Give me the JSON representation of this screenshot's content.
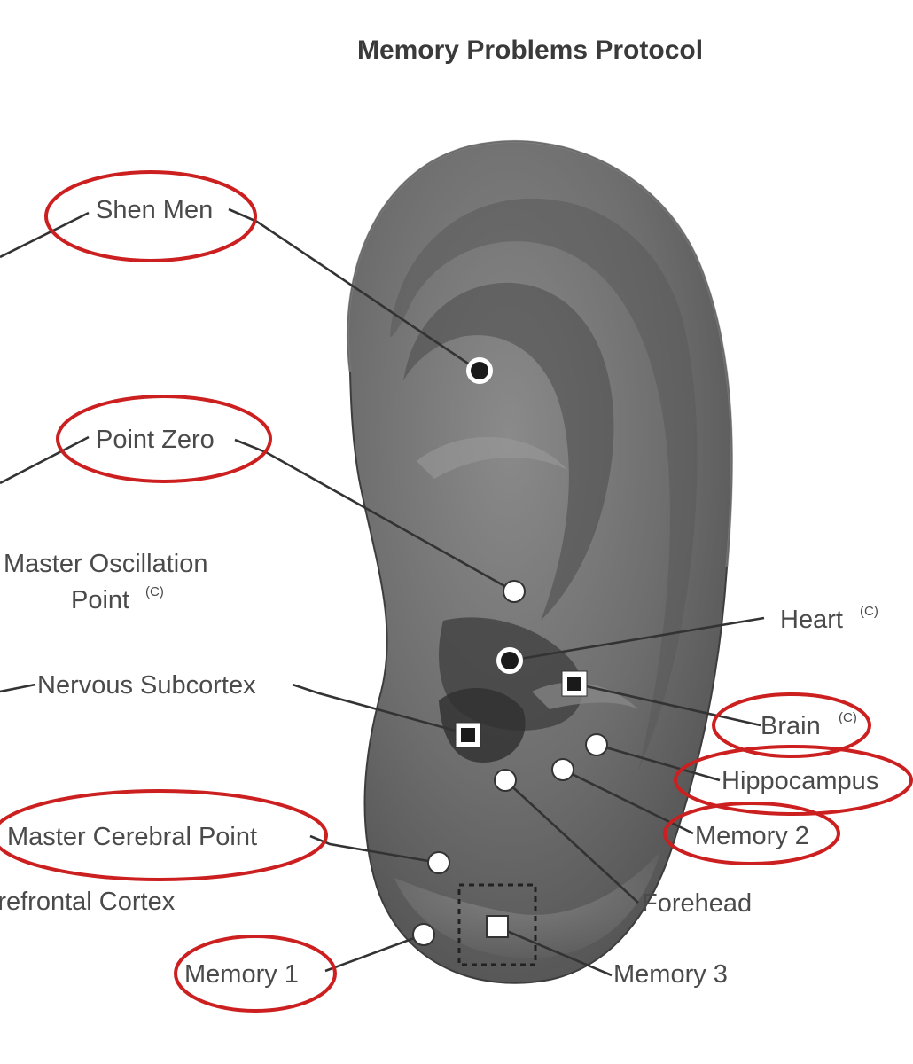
{
  "title": "Memory Problems Protocol",
  "labels": {
    "shen_men": "Shen Men",
    "point_zero": "Point Zero",
    "master_oscillation_1": "Master Oscillation",
    "master_oscillation_2": "Point",
    "nervous_subcortex": "Nervous Subcortex",
    "master_cerebral": "Master Cerebral Point",
    "prefrontal_cortex": "Prefrontal Cortex",
    "memory_1": "Memory 1",
    "heart": "Heart",
    "brain": "Brain",
    "hippocampus": "Hippocampus",
    "memory_2": "Memory 2",
    "forehead": "Forehead",
    "memory_3": "Memory 3",
    "corporal_mark": "(C)"
  },
  "colors": {
    "highlight_ring": "#cc1f1f",
    "ear_skin": "#6b6b6b",
    "point_filled": "#1a1a1a",
    "point_open": "#ffffff"
  },
  "highlighted_points": [
    "Shen Men",
    "Point Zero",
    "Master Cerebral Point",
    "Memory 1",
    "Brain",
    "Hippocampus",
    "Memory 2"
  ]
}
